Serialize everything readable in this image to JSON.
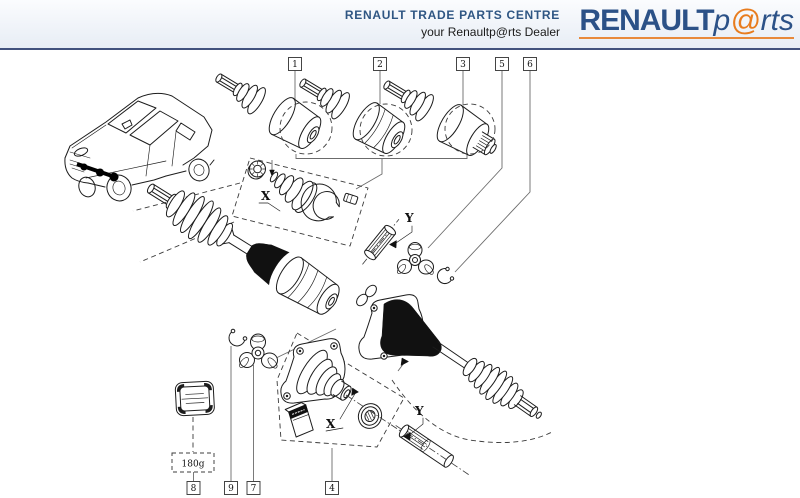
{
  "header": {
    "centre_title": "RENAULT TRADE PARTS CENTRE",
    "dealer_subtitle": "your Renaultp@rts Dealer",
    "logo": {
      "brand": "RENAULT",
      "p": "p",
      "at": "@",
      "rts": "rts"
    },
    "colors": {
      "brand_blue": "#2b5187",
      "accent_orange": "#e87c1e",
      "header_border": "#41517d"
    }
  },
  "diagram": {
    "description": "Exploded drive-shaft / CV-joint parts diagram with car location sketch",
    "callouts": {
      "c1": {
        "label": "1"
      },
      "c2": {
        "label": "2"
      },
      "c3": {
        "label": "3"
      },
      "c4": {
        "label": "4"
      },
      "c5": {
        "label": "5"
      },
      "c6": {
        "label": "6"
      },
      "c7": {
        "label": "7"
      },
      "c8": {
        "label": "8"
      },
      "c9": {
        "label": "9"
      }
    },
    "labels": {
      "boot_kit_upper": "X",
      "shaft_dim_upper": "Y",
      "boot_kit_lower": "X",
      "shaft_dim_lower": "Y",
      "grease_weight": "180g"
    }
  }
}
